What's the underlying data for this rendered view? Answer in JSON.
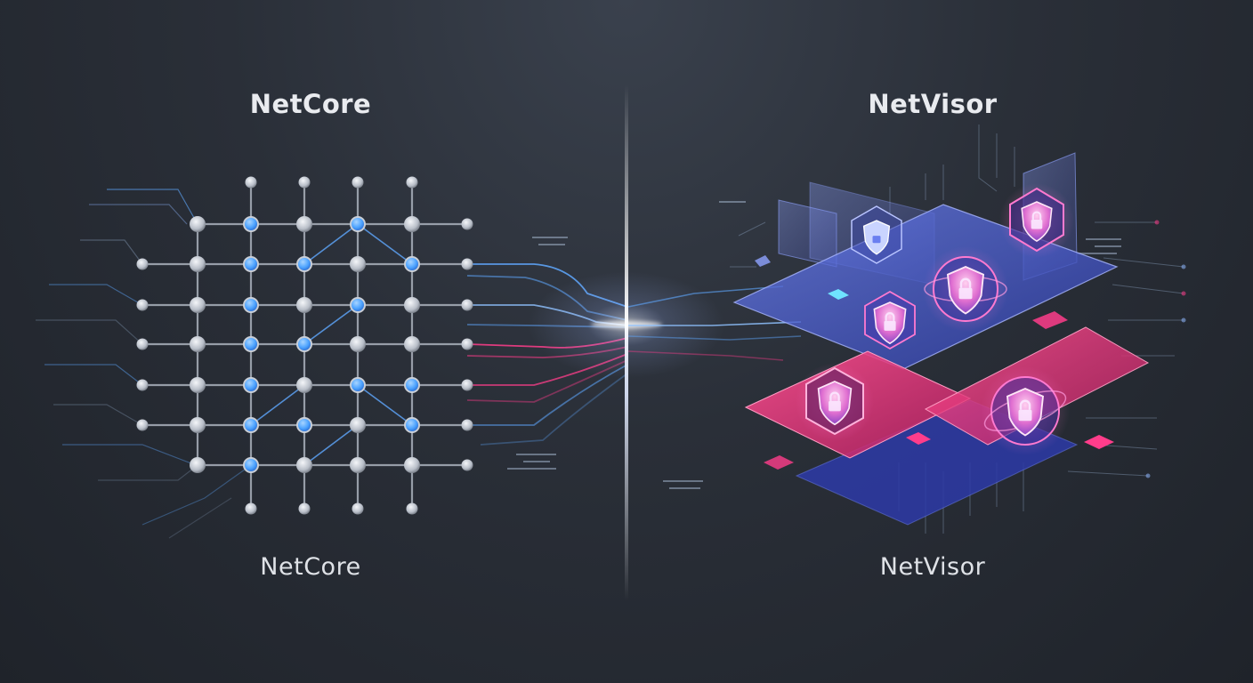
{
  "left_panel": {
    "title": "NetCore",
    "caption": "NetCore"
  },
  "right_panel": {
    "title": "NetVisor",
    "caption": "NetVisor"
  },
  "colors": {
    "background": "#262a32",
    "node_gray": "#c9ced6",
    "node_blue": "#4da3ff",
    "line_blue": "#5fa8ff",
    "line_pink": "#ff3d8b",
    "plane_blue": "#3f4fc9",
    "plane_pink": "#e0306f",
    "shield": "#ff7ad0"
  },
  "icons": [
    "shield-lock-icon",
    "network-node-icon",
    "divider-light-beam"
  ]
}
